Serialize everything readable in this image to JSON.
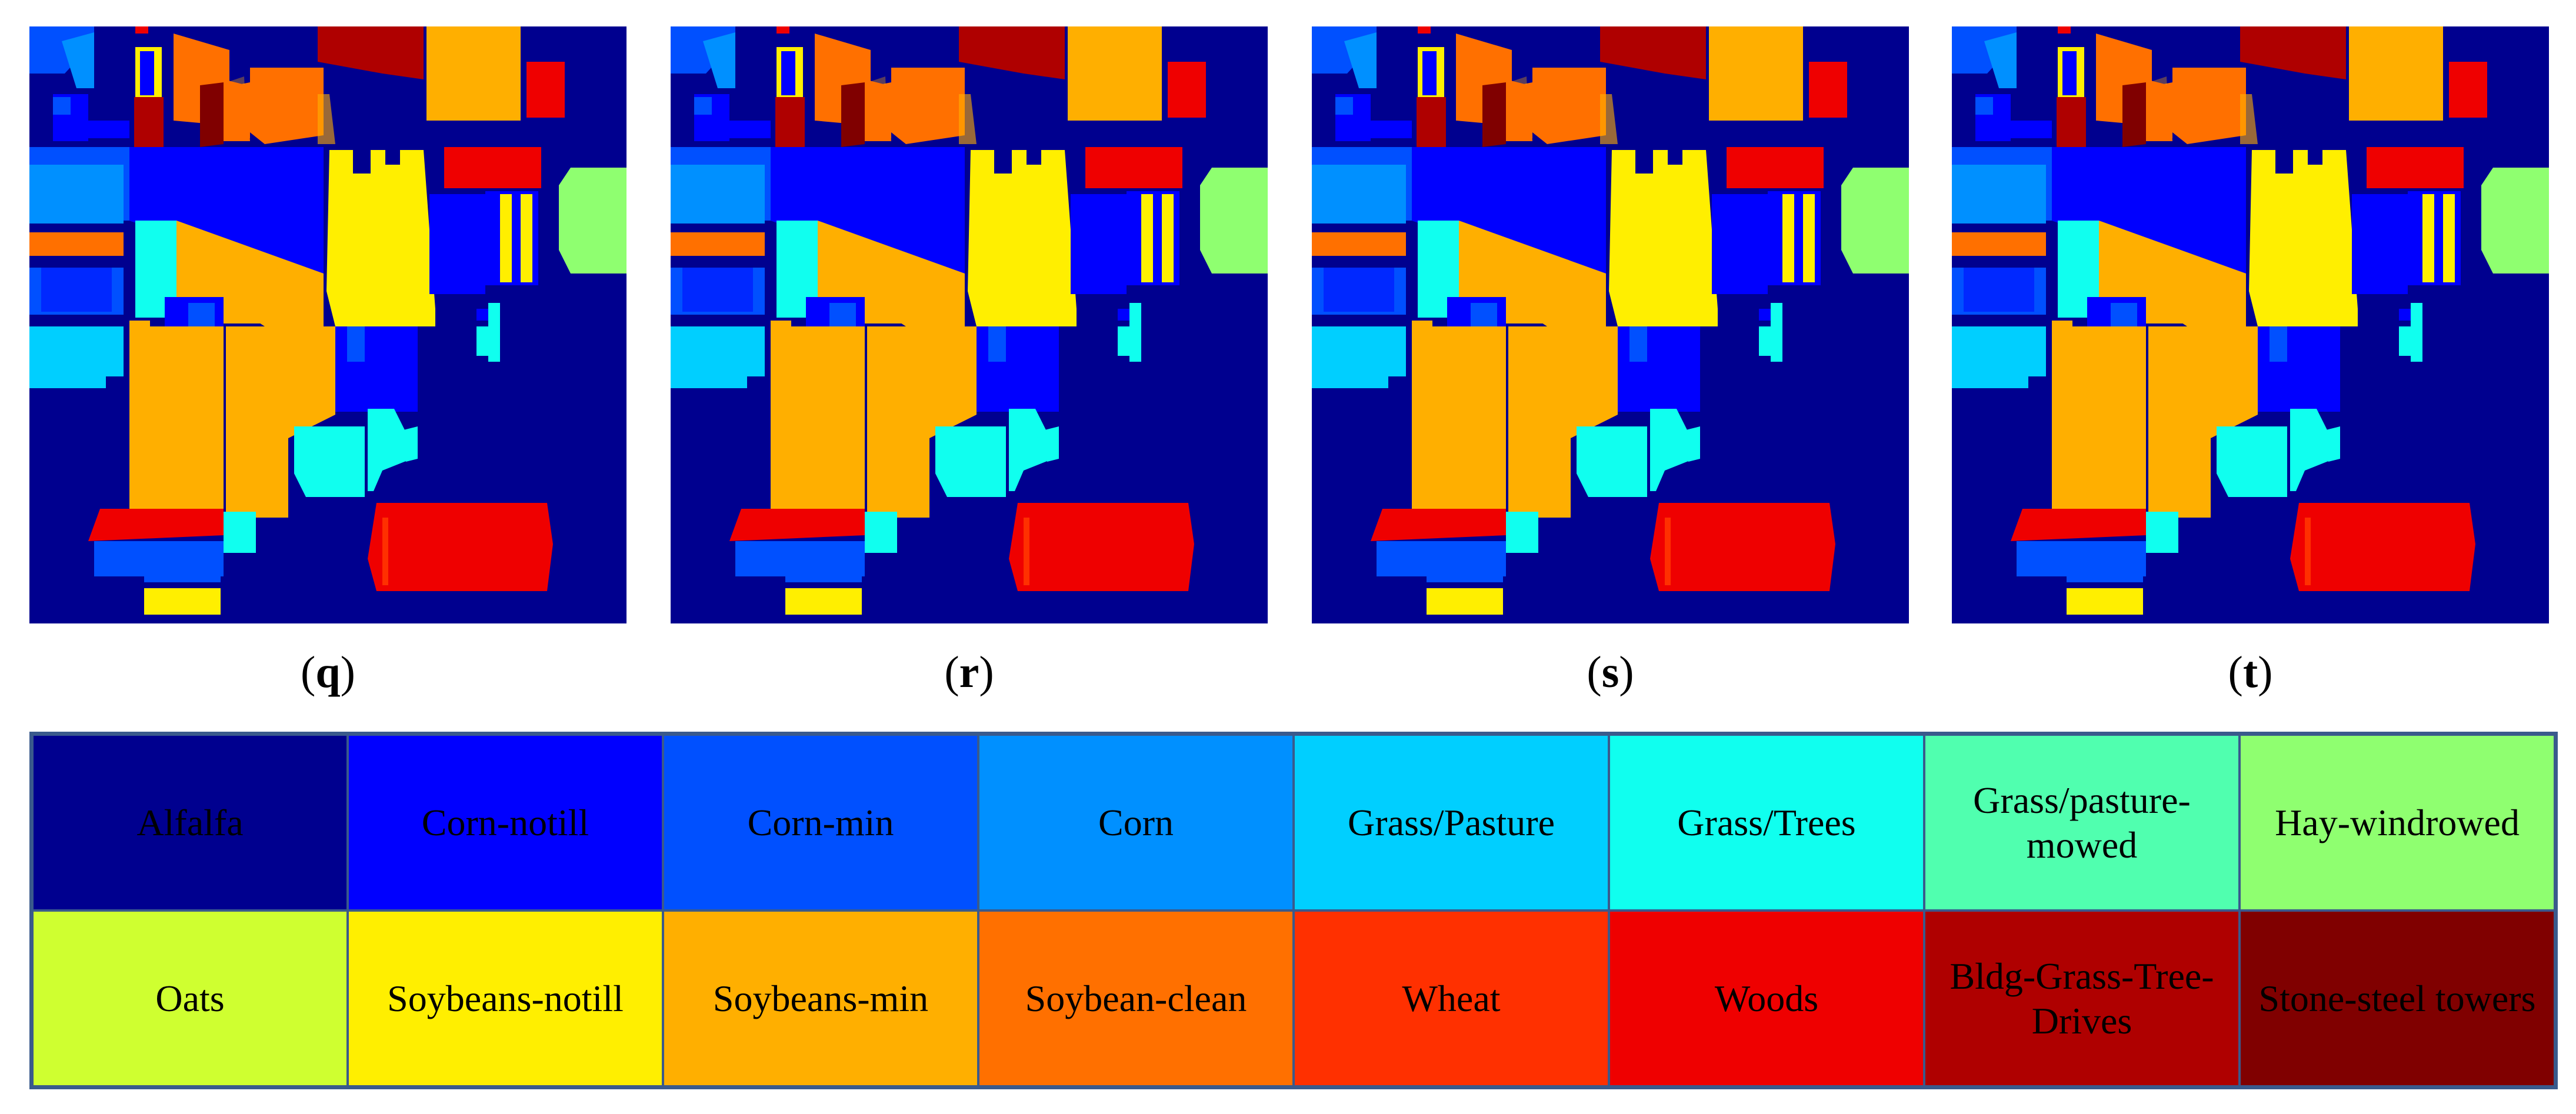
{
  "captions": [
    {
      "letter": "q"
    },
    {
      "letter": "r"
    },
    {
      "letter": "s"
    },
    {
      "letter": "t"
    }
  ],
  "legend": [
    {
      "label": "Alfalfa",
      "color": "#00008f"
    },
    {
      "label": "Corn-notill",
      "color": "#0000ff"
    },
    {
      "label": "Corn-min",
      "color": "#0050ff"
    },
    {
      "label": "Corn",
      "color": "#0090ff"
    },
    {
      "label": "Grass/Pasture",
      "color": "#00cfff"
    },
    {
      "label": "Grass/Trees",
      "color": "#10ffef"
    },
    {
      "label": "Grass/pasture-mowed",
      "color": "#50ffaf"
    },
    {
      "label": "Hay-windrowed",
      "color": "#8fff70"
    },
    {
      "label": "Oats",
      "color": "#cfff30"
    },
    {
      "label": "Soybeans-notill",
      "color": "#ffef00"
    },
    {
      "label": "Soybeans-min",
      "color": "#ffaf00"
    },
    {
      "label": "Soybean-clean",
      "color": "#ff7000"
    },
    {
      "label": "Wheat",
      "color": "#ff3000"
    },
    {
      "label": "Woods",
      "color": "#ef0000"
    },
    {
      "label": "Bldg-Grass-Tree-Drives",
      "color": "#af0000"
    },
    {
      "label": "Stone-steel towers",
      "color": "#800000"
    }
  ]
}
